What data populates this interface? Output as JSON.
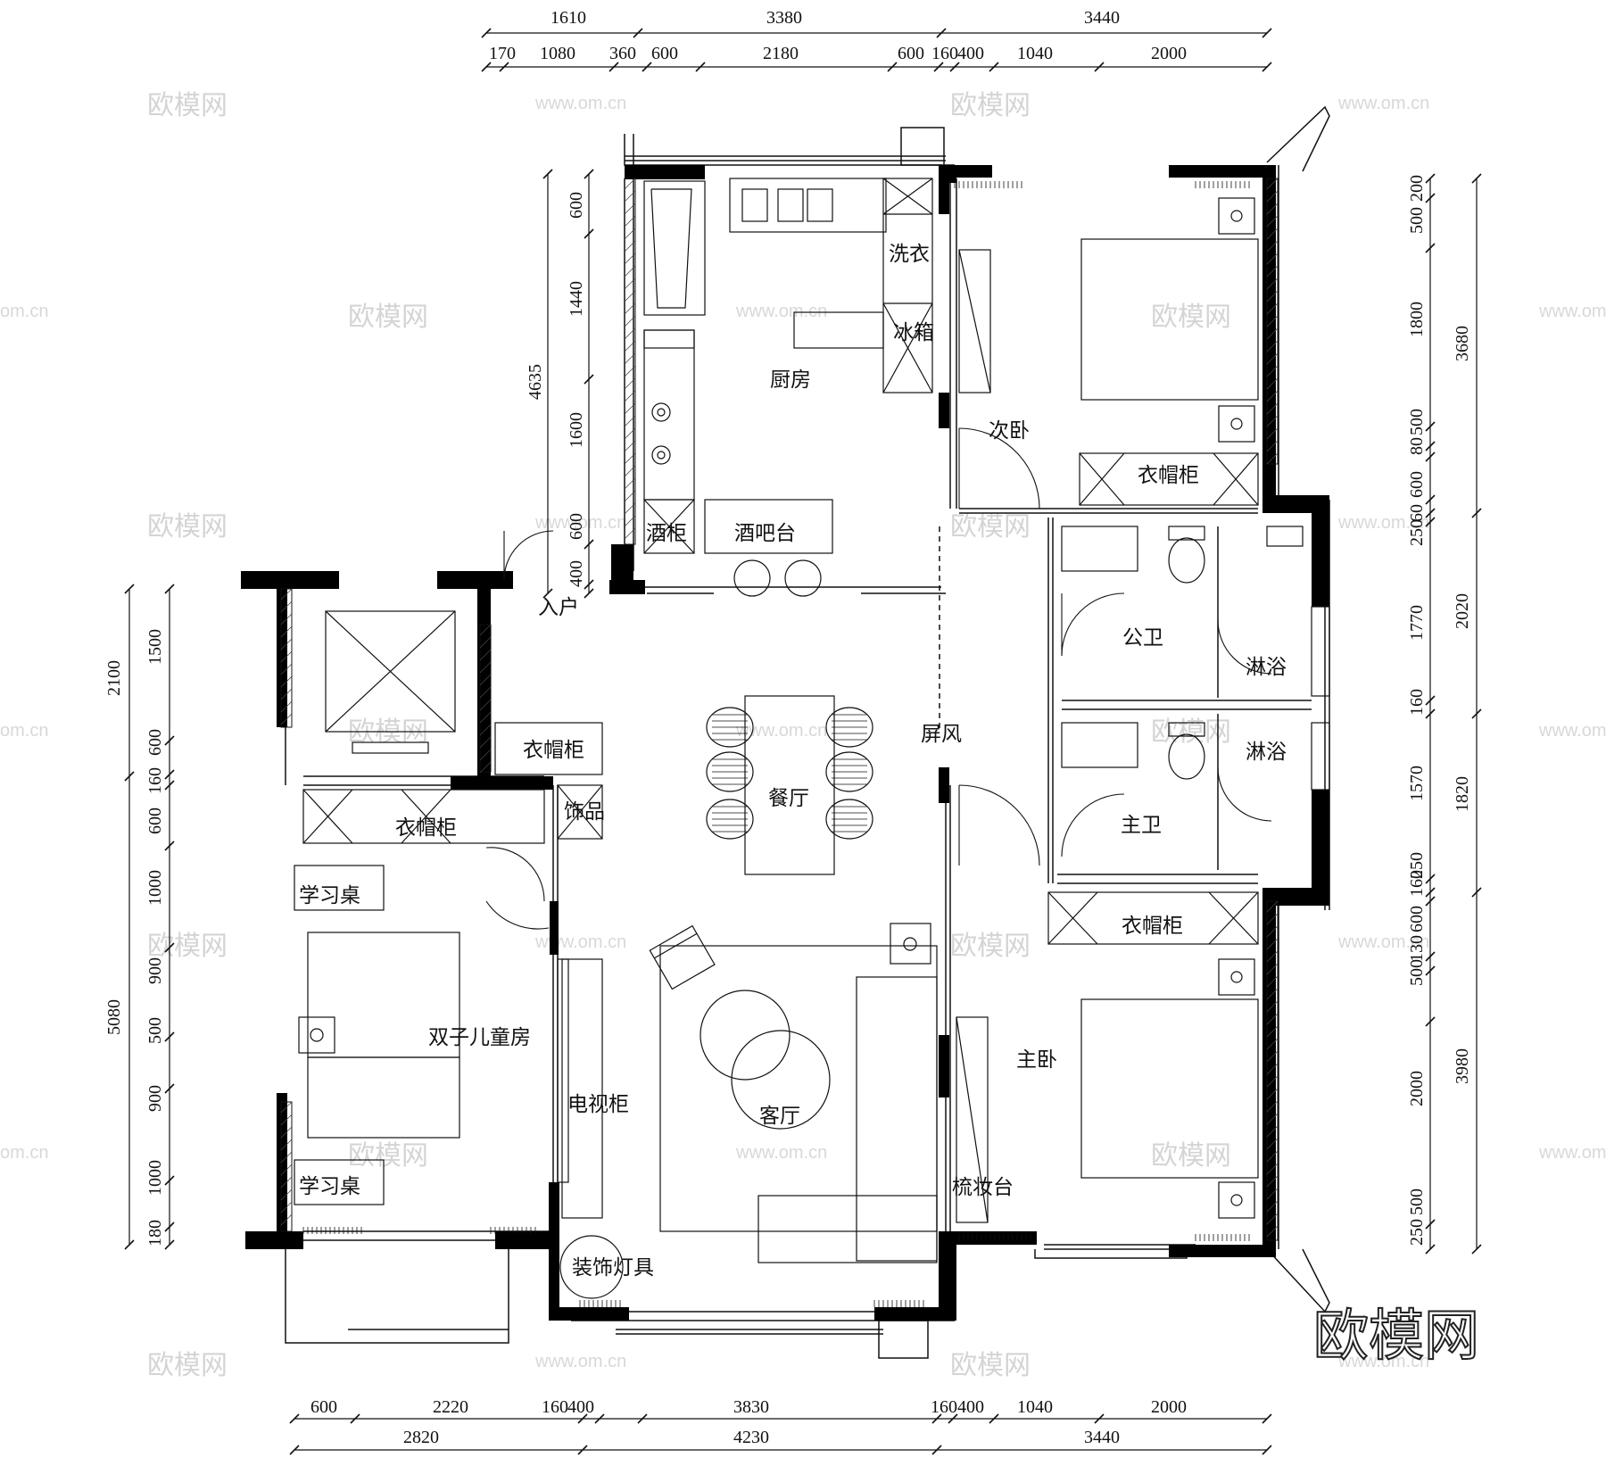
{
  "watermark": {
    "brand": "欧模网",
    "url": "www.om.cn",
    "url_short": "om.cn"
  },
  "logo": "欧模网",
  "dims": {
    "top_total": [
      "1610",
      "3380",
      "3440"
    ],
    "top_detail": [
      "170",
      "1080",
      "360",
      "600",
      "2180",
      "600",
      "160",
      "400",
      "1040",
      "2000"
    ],
    "bottom_detail": [
      "600",
      "2220",
      "160",
      "400",
      "3830",
      "160",
      "400",
      "1040",
      "2000"
    ],
    "bottom_total": [
      "2820",
      "4230",
      "3440"
    ],
    "left_upper_total": "2100",
    "left_upper_detail": [
      "1500",
      "600",
      "160"
    ],
    "left_lower_total": "5080",
    "left_lower_detail": [
      "600",
      "1000",
      "900",
      "500",
      "900",
      "1000",
      "180"
    ],
    "kitchen_total": "4635",
    "kitchen_detail": [
      "600",
      "1440",
      "1600",
      "600",
      "400"
    ],
    "right_detail": [
      "200",
      "500",
      "1800",
      "500",
      "80",
      "600",
      "250",
      "60",
      "1770",
      "160",
      "1570",
      "250",
      "160",
      "600",
      "130",
      "500",
      "2000",
      "500",
      "250"
    ],
    "right_total": [
      "3680",
      "2020",
      "1820",
      "3980"
    ]
  },
  "rooms": {
    "kitchen": "厨房",
    "laundry": "洗衣",
    "fridge": "冰箱",
    "wine_cabinet": "酒柜",
    "bar": "酒吧台",
    "entry": "入户",
    "second_bedroom": "次卧",
    "wardrobe": "衣帽柜",
    "public_bath": "公卫",
    "shower": "淋浴",
    "master_bath": "主卫",
    "screen": "屏风",
    "dining": "餐厅",
    "decor": "饰品",
    "study_desk": "学习桌",
    "kids_room": "双子儿童房",
    "tv_cabinet": "电视柜",
    "living": "客厅",
    "lamp": "装饰灯具",
    "master_bedroom": "主卧",
    "vanity": "梳妆台"
  }
}
